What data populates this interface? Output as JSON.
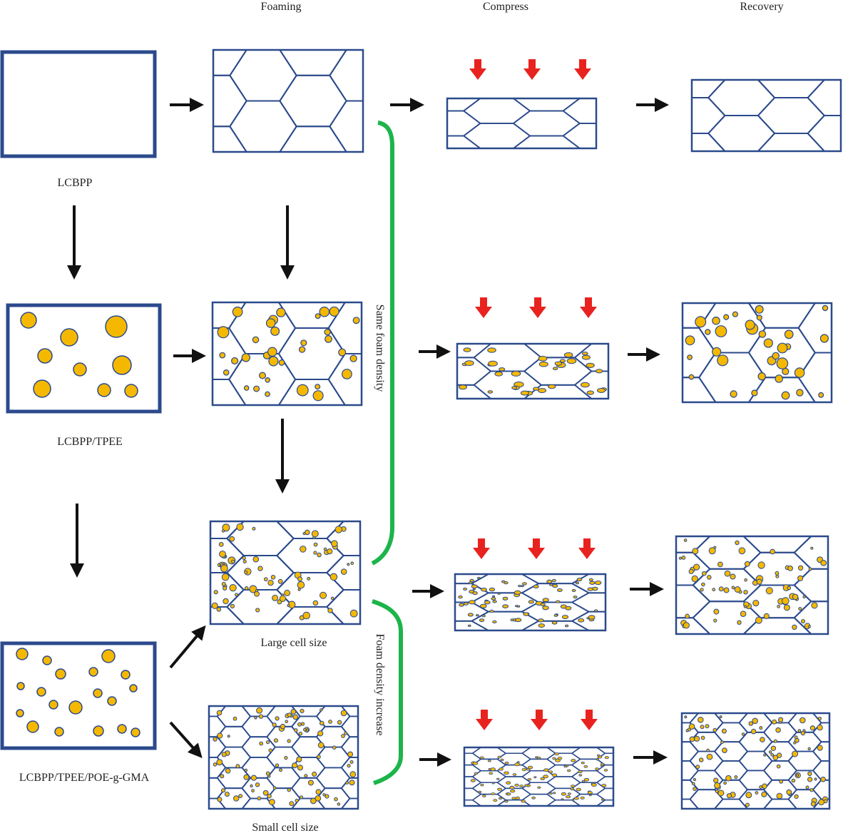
{
  "headers": {
    "foaming": "Foaming",
    "compress": "Compress",
    "recovery": "Recovery"
  },
  "samples": {
    "lcbpp": "LCBPP",
    "lcbpp_tpee": "LCBPP/TPEE",
    "lcbpp_tpee_poe": "LCBPP/TPEE/POE-g-GMA"
  },
  "cell_labels": {
    "large": "Large cell size",
    "small": "Small cell size"
  },
  "brackets": {
    "same_density": "Same foam density",
    "density_increase": "Foam density increase"
  },
  "colors": {
    "structure": "#2b4a8c",
    "particle_fill": "#f5b800",
    "arrow": "#111111",
    "compress_arrow": "#e8231f",
    "bracket": "#1db44a"
  }
}
